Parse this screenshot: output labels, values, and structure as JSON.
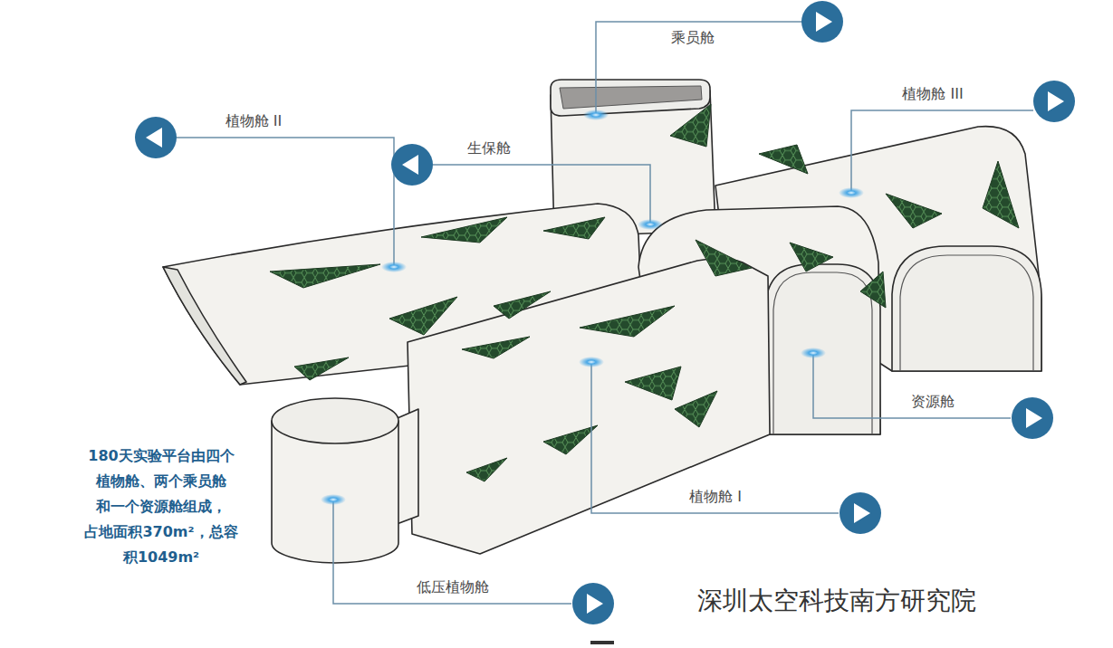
{
  "diagram": {
    "labels": [
      "乘员舱",
      "植物舱 II",
      "生保舱",
      "植物舱 III",
      "资源舱",
      "植物舱 I",
      "低压植物舱",
      "180天实验平台由四个 植物舱、两个乘员舱 和一个资源舱组成， 占地面积370m²，总容 积1049m²",
      "深圳太空科技南方研究院"
    ]
  }
}
